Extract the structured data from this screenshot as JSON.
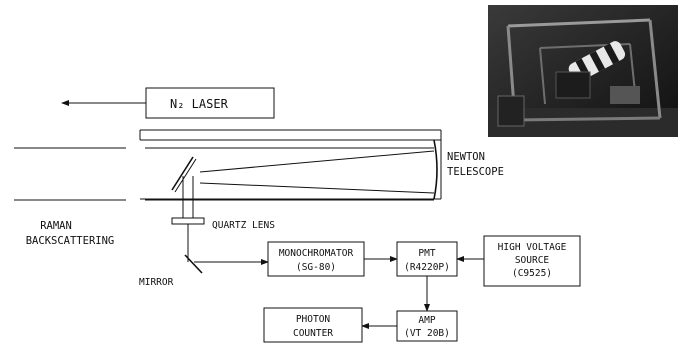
{
  "labels": {
    "laser": "N₂ LASER",
    "newton_line1": "NEWTON",
    "newton_line2": "TELESCOPE",
    "raman_line1": "RAMAN",
    "raman_line2": "BACKSCATTERING",
    "quartz_lens": "QUARTZ LENS",
    "mirror": "MIRROR"
  },
  "blocks": {
    "monochromator": [
      "MONOCHROMATOR",
      "(SG-80)"
    ],
    "pmt": [
      "PMT",
      "(R4220P)"
    ],
    "hv_source": [
      "HIGH VOLTAGE",
      "SOURCE",
      "(C9525)"
    ],
    "photon_counter": [
      "PHOTON",
      "COUNTER"
    ],
    "amp": [
      "AMP",
      "(VT 20B)"
    ]
  }
}
